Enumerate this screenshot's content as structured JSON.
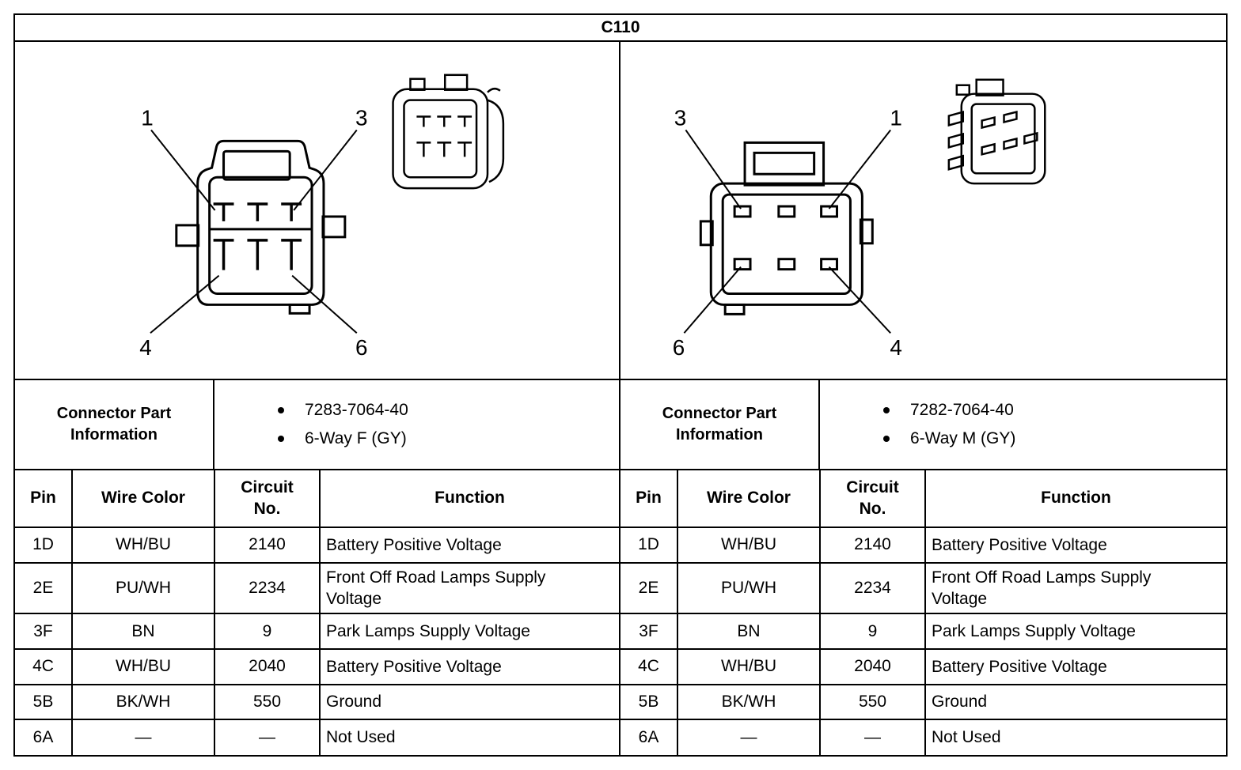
{
  "title": "C110",
  "left": {
    "diagram": {
      "callouts": [
        "1",
        "3",
        "4",
        "6"
      ]
    },
    "part_info": {
      "label": "Connector Part Information",
      "items": [
        "7283-7064-40",
        "6-Way F (GY)"
      ]
    },
    "table": {
      "headers": [
        "Pin",
        "Wire Color",
        "Circuit\nNo.",
        "Function"
      ],
      "rows": [
        [
          "1D",
          "WH/BU",
          "2140",
          "Battery Positive Voltage"
        ],
        [
          "2E",
          "PU/WH",
          "2234",
          "Front Off Road Lamps Supply Voltage"
        ],
        [
          "3F",
          "BN",
          "9",
          "Park Lamps Supply Voltage"
        ],
        [
          "4C",
          "WH/BU",
          "2040",
          "Battery Positive Voltage"
        ],
        [
          "5B",
          "BK/WH",
          "550",
          "Ground"
        ],
        [
          "6A",
          "—",
          "—",
          "Not Used"
        ]
      ]
    }
  },
  "right": {
    "diagram": {
      "callouts": [
        "3",
        "1",
        "6",
        "4"
      ]
    },
    "part_info": {
      "label": "Connector Part Information",
      "items": [
        "7282-7064-40",
        "6-Way M (GY)"
      ]
    },
    "table": {
      "headers": [
        "Pin",
        "Wire Color",
        "Circuit\nNo.",
        "Function"
      ],
      "rows": [
        [
          "1D",
          "WH/BU",
          "2140",
          "Battery Positive Voltage"
        ],
        [
          "2E",
          "PU/WH",
          "2234",
          "Front Off Road Lamps Supply Voltage"
        ],
        [
          "3F",
          "BN",
          "9",
          "Park Lamps Supply Voltage"
        ],
        [
          "4C",
          "WH/BU",
          "2040",
          "Battery Positive Voltage"
        ],
        [
          "5B",
          "BK/WH",
          "550",
          "Ground"
        ],
        [
          "6A",
          "—",
          "—",
          "Not Used"
        ]
      ]
    }
  }
}
